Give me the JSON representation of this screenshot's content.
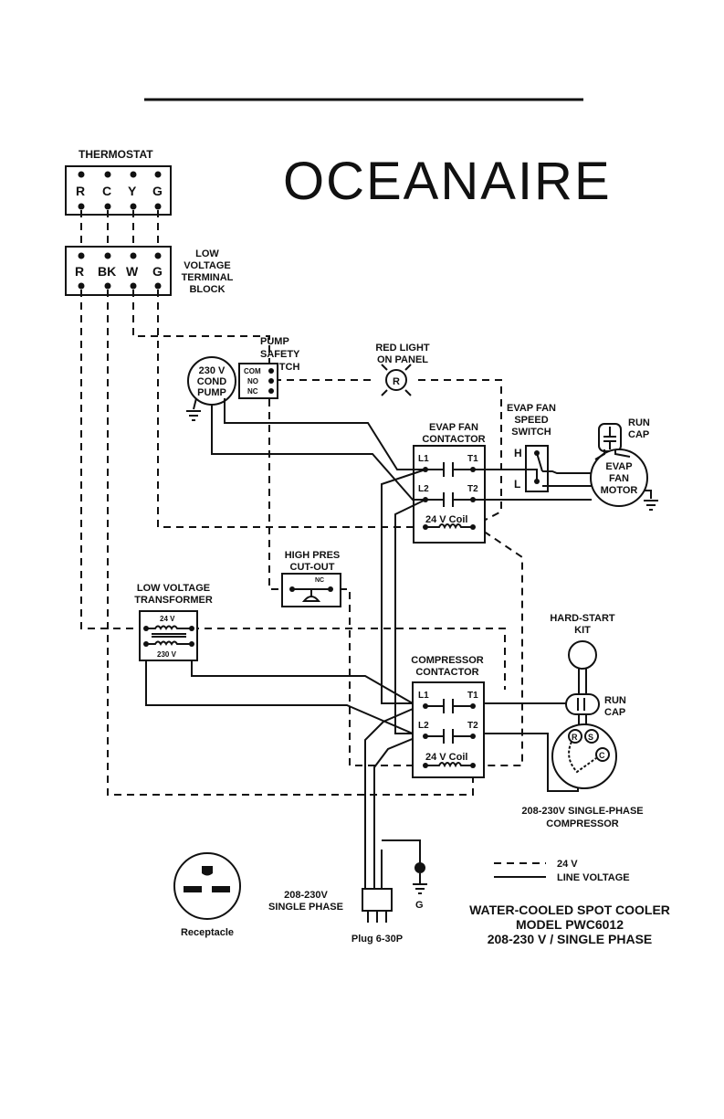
{
  "brand": {
    "name": "OCEANAIRE"
  },
  "thermostat": {
    "title": "THERMOSTAT",
    "terminals": [
      "R",
      "C",
      "Y",
      "G"
    ]
  },
  "terminal_block": {
    "terminals": [
      "R",
      "BK",
      "W",
      "G"
    ],
    "label_lines": [
      "LOW",
      "VOLTAGE",
      "TERMINAL",
      "BLOCK"
    ]
  },
  "pump_switch": {
    "label_lines": [
      "PUMP",
      "SAFETY",
      "SWITCH"
    ],
    "terminals": [
      "COM",
      "NO",
      "NC"
    ]
  },
  "pump": {
    "label_lines": [
      "230 V",
      "COND",
      "PUMP"
    ]
  },
  "red_light": {
    "label_lines": [
      "RED LIGHT",
      "ON PANEL"
    ],
    "symbol": "R"
  },
  "evap_fan_speed": {
    "label_lines": [
      "EVAP FAN",
      "SPEED",
      "SWITCH"
    ],
    "high": "H",
    "low": "L"
  },
  "run_cap_top": {
    "label_lines": [
      "RUN",
      "CAP"
    ]
  },
  "evap_fan_motor": {
    "label_lines": [
      "EVAP",
      "FAN",
      "MOTOR"
    ]
  },
  "evap_contactor": {
    "label_lines": [
      "EVAP FAN",
      "CONTACTOR"
    ],
    "l1": "L1",
    "l2": "L2",
    "t1": "T1",
    "t2": "T2",
    "coil": "24 V Coil"
  },
  "high_pres": {
    "label_lines": [
      "HIGH PRES",
      "CUT-OUT"
    ],
    "contact": "NC"
  },
  "transformer": {
    "label_lines": [
      "LOW VOLTAGE",
      "TRANSFORMER"
    ],
    "secondary": "24 V",
    "primary": "230 V"
  },
  "hard_start": {
    "label_lines": [
      "HARD-START",
      "KIT"
    ]
  },
  "run_cap_bottom": {
    "label_lines": [
      "RUN",
      "CAP"
    ]
  },
  "comp_contactor": {
    "label_lines": [
      "COMPRESSOR",
      "CONTACTOR"
    ],
    "l1": "L1",
    "l2": "L2",
    "t1": "T1",
    "t2": "T2",
    "coil": "24 V Coil"
  },
  "compressor": {
    "terminals": [
      "R",
      "S",
      "C"
    ],
    "label_lines": [
      "208-230V SINGLE-PHASE",
      "COMPRESSOR"
    ]
  },
  "legend": {
    "dashed": "24 V",
    "solid": "LINE VOLTAGE"
  },
  "receptacle": {
    "label": "Receptacle"
  },
  "plug": {
    "label": "Plug 6-30P",
    "phase_lines": [
      "208-230V",
      "SINGLE PHASE"
    ],
    "ground": "G"
  },
  "diagram_title": {
    "lines": [
      "WATER-COOLED SPOT COOLER",
      "MODEL PWC6012",
      "208-230 V / SINGLE PHASE"
    ]
  }
}
